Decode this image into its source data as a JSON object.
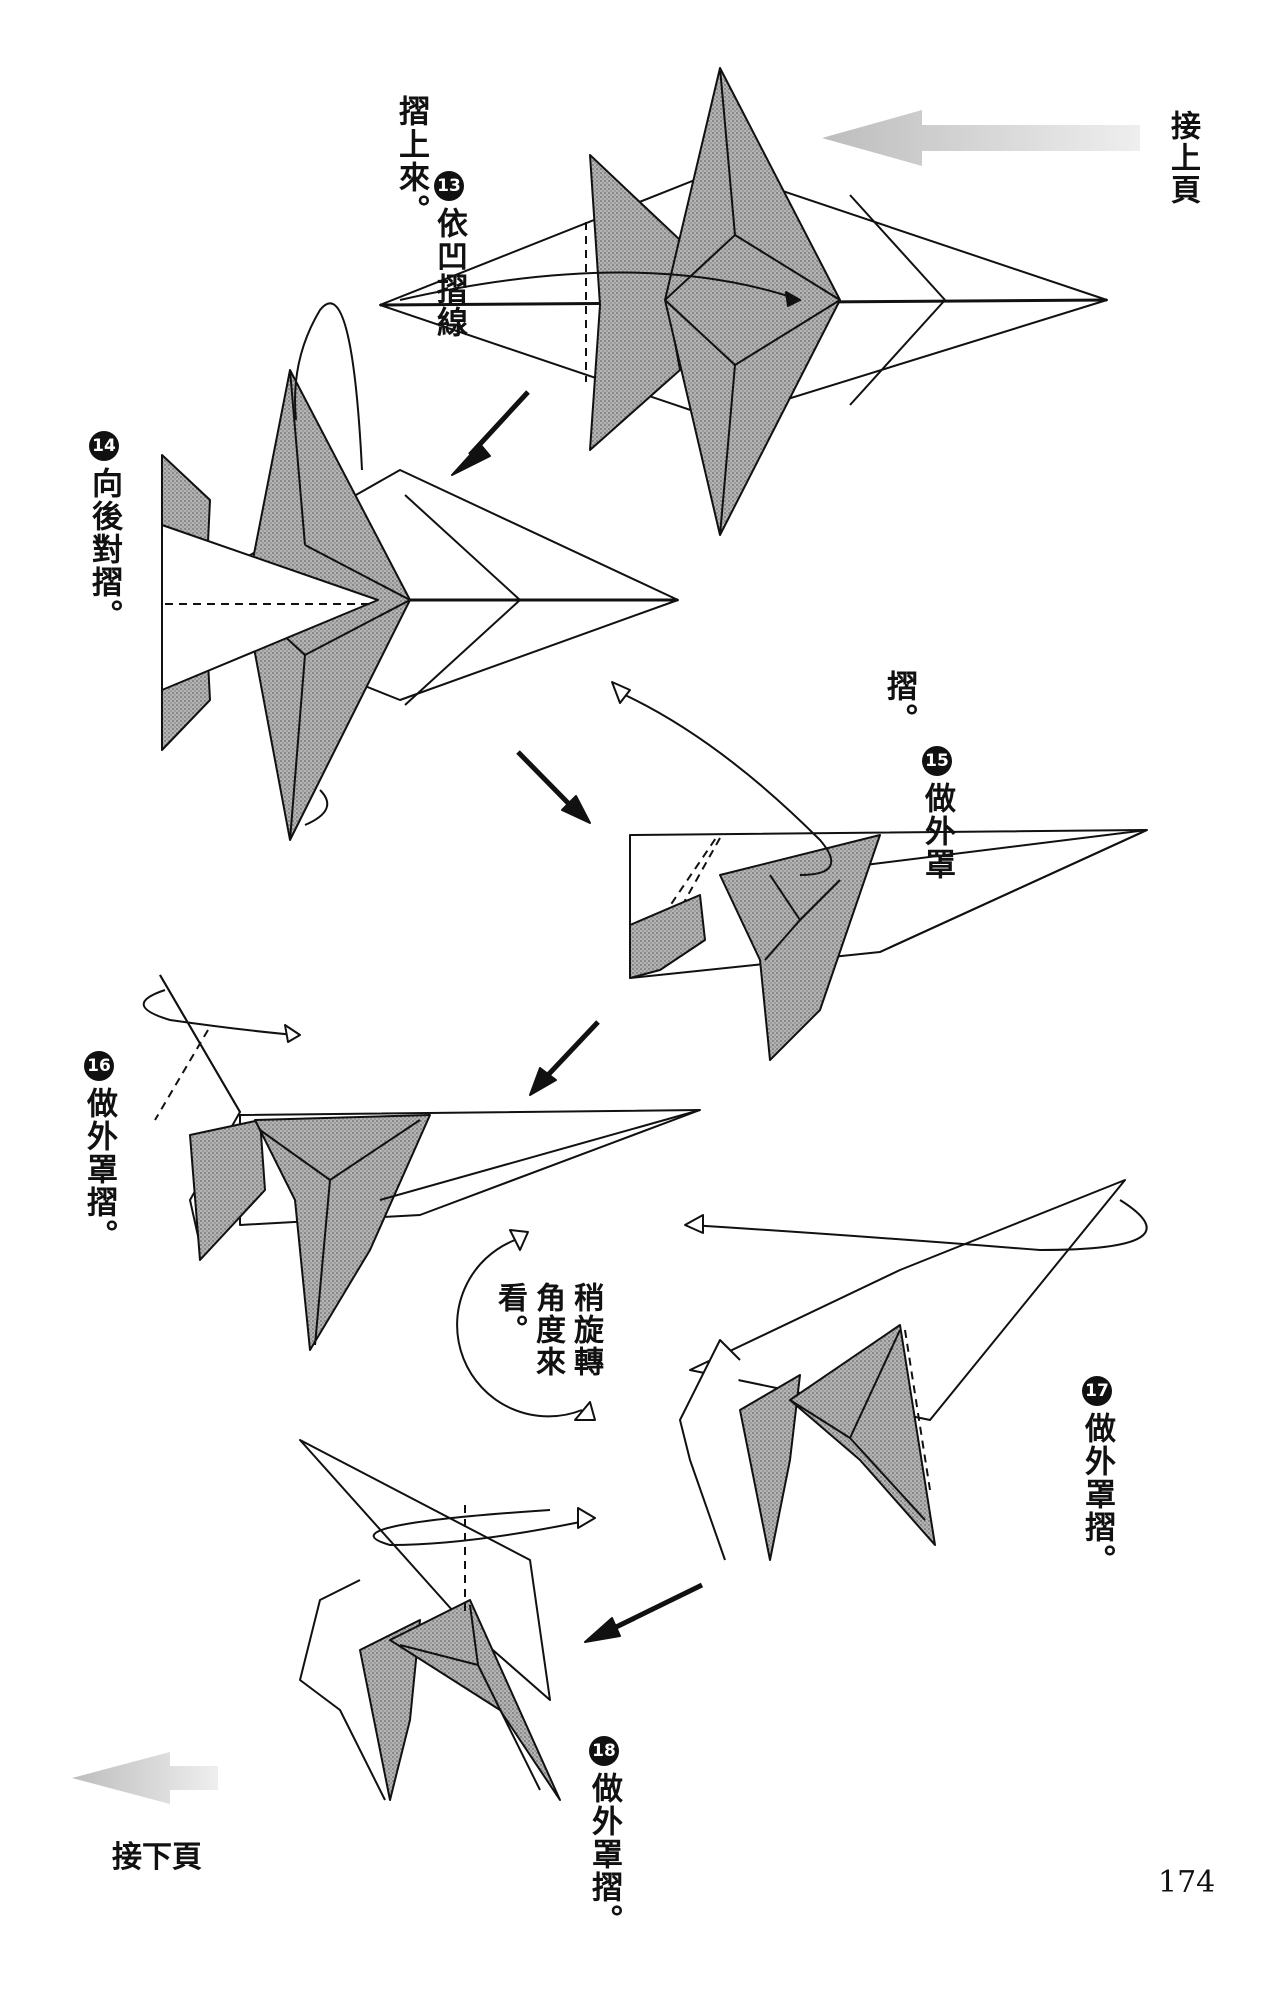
{
  "header": {
    "continue_from_prev": "接上頁"
  },
  "footer": {
    "continue_to_next": "接下頁",
    "page_number": "174"
  },
  "note": {
    "rotate_view": "稍旋轉\n角度來\n看。"
  },
  "steps": [
    {
      "num": "13",
      "text": "依凹摺線\n摺上來。"
    },
    {
      "num": "14",
      "text": "向後對摺。"
    },
    {
      "num": "15",
      "text": "做外罩\n摺。"
    },
    {
      "num": "16",
      "text": "做外罩摺。"
    },
    {
      "num": "17",
      "text": "做外罩摺。"
    },
    {
      "num": "18",
      "text": "做外罩摺。"
    }
  ],
  "colors": {
    "line": "#111111",
    "shade": "#a8a8a8",
    "paper": "#ffffff",
    "arrow_gray": "#c8c8c8"
  }
}
